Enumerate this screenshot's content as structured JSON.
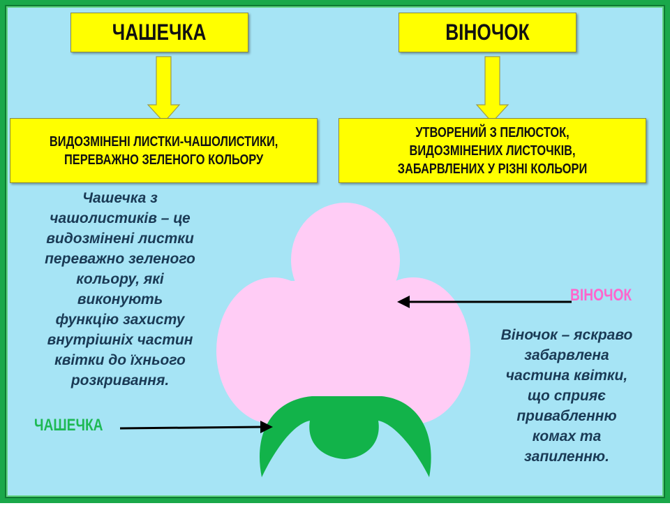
{
  "left": {
    "title": "ЧАШЕЧКА",
    "definition": "ВИДОЗМІНЕНІ ЛИСТКИ-ЧАШОЛИСТИКИ,\nПЕРЕВАЖНО ЗЕЛЕНОГО КОЛЬОРУ",
    "note": "Чашечка з\nчашолистиків – це\nвидозмінені листки\nпереважно зеленого\nкольору,  які\nвиконують\nфункцію захисту\nвнутрішніх частин\nквітки до їхнього\nрозкривання."
  },
  "right": {
    "title": "ВІНОЧОК",
    "definition": "УТВОРЕНИЙ З ПЕЛЮСТОК,\nВИДОЗМІНЕНИХ ЛИСТОЧКІВ,\nЗАБАРВЛЕНИХ У РІЗНІ КОЛЬОРИ",
    "note": "Віночок – яскраво\nзабарвлена\nчастина квітки,\nщо сприяє\nпривабленню\nкомах та\nзапиленню."
  },
  "diagram": {
    "corolla_label": "ВІНОЧОК",
    "calyx_label": "ЧАШЕЧКА"
  },
  "colors": {
    "background": "#a6e4f5",
    "frame": "#1aa84a",
    "box": "#ffff00",
    "corolla": "#ffccf5",
    "calyx": "#12b34a",
    "corolla_label": "#ff66cc",
    "calyx_label": "#1db954"
  }
}
